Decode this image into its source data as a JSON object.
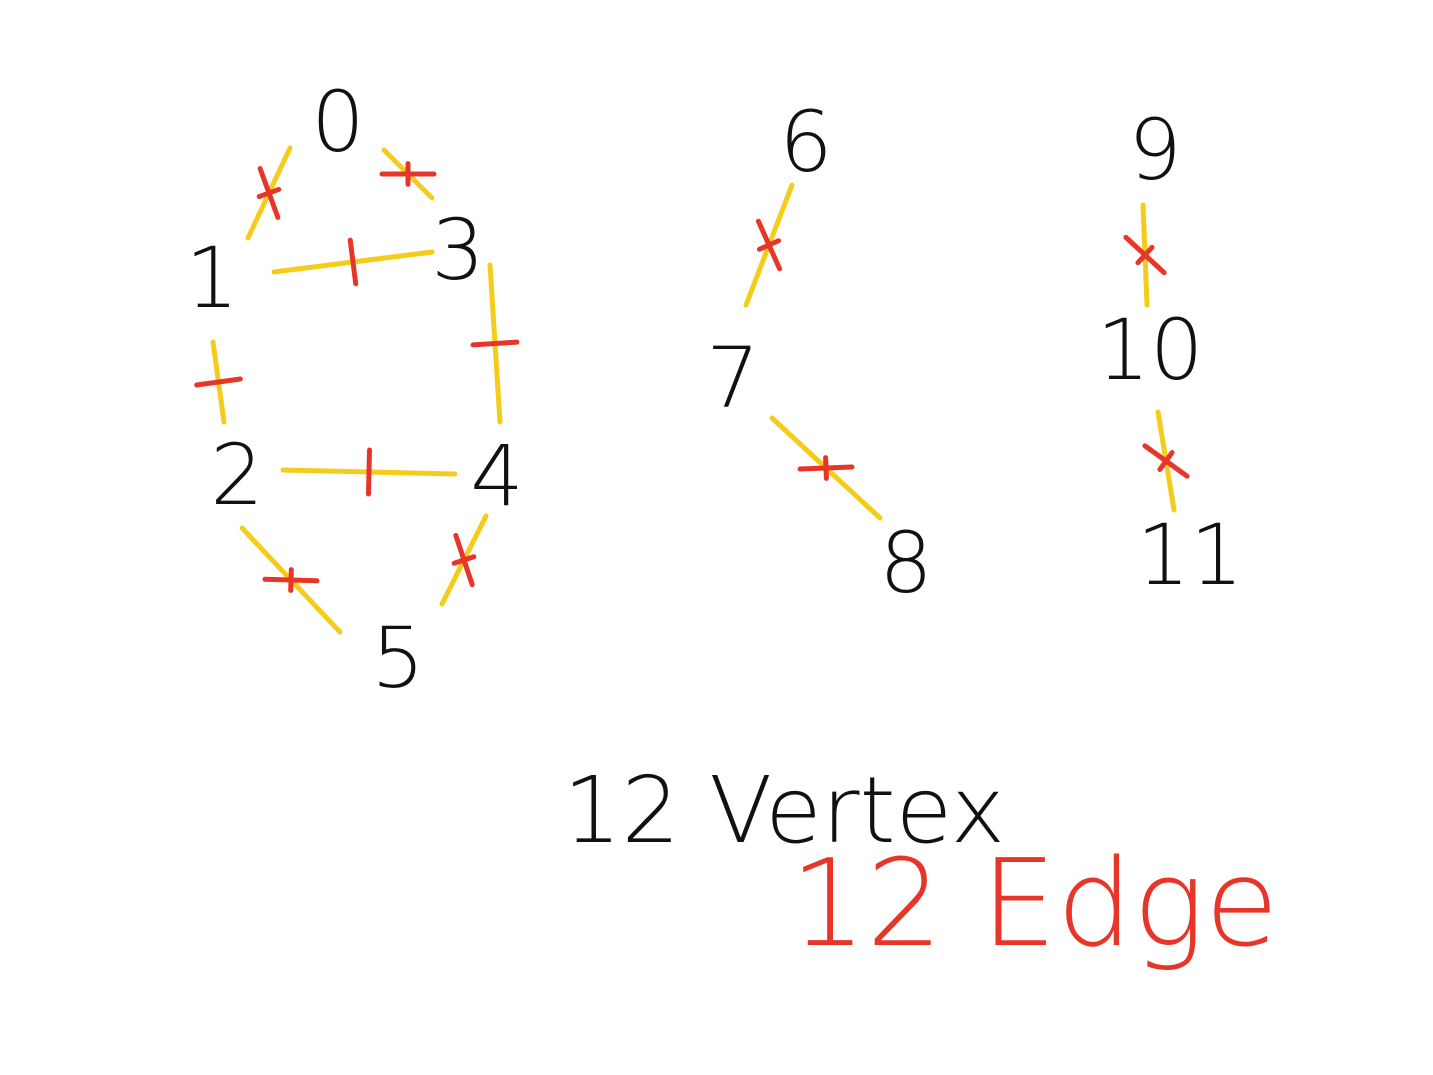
{
  "colors": {
    "vertex_text": "#111111",
    "edge": "#f5cc1a",
    "edge_mark": "#e8352a",
    "vertex_note": "#111111",
    "edge_note": "#e8352a"
  },
  "vertices": [
    {
      "id": 0,
      "label": "0"
    },
    {
      "id": 1,
      "label": "1"
    },
    {
      "id": 2,
      "label": "2"
    },
    {
      "id": 3,
      "label": "3"
    },
    {
      "id": 4,
      "label": "4"
    },
    {
      "id": 5,
      "label": "5"
    },
    {
      "id": 6,
      "label": "6"
    },
    {
      "id": 7,
      "label": "7"
    },
    {
      "id": 8,
      "label": "8"
    },
    {
      "id": 9,
      "label": "9"
    },
    {
      "id": 10,
      "label": "10"
    },
    {
      "id": 11,
      "label": "11"
    }
  ],
  "edges": [
    {
      "from": 0,
      "to": 1,
      "mark": "cross"
    },
    {
      "from": 0,
      "to": 3,
      "mark": "cross"
    },
    {
      "from": 1,
      "to": 3,
      "mark": "tick"
    },
    {
      "from": 1,
      "to": 2,
      "mark": "tick"
    },
    {
      "from": 3,
      "to": 4,
      "mark": "tick"
    },
    {
      "from": 2,
      "to": 4,
      "mark": "tick"
    },
    {
      "from": 2,
      "to": 5,
      "mark": "cross"
    },
    {
      "from": 4,
      "to": 5,
      "mark": "cross"
    },
    {
      "from": 6,
      "to": 7,
      "mark": "cross"
    },
    {
      "from": 7,
      "to": 8,
      "mark": "cross"
    },
    {
      "from": 9,
      "to": 10,
      "mark": "cross"
    },
    {
      "from": 10,
      "to": 11,
      "mark": "cross"
    }
  ],
  "notes": {
    "vertex_count": "12 Vertex",
    "edge_count": "12 Edge"
  }
}
